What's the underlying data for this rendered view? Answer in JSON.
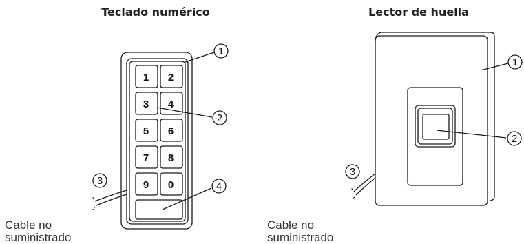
{
  "keypad": {
    "title": "Teclado numérico",
    "keys": [
      "1",
      "2",
      "3",
      "4",
      "5",
      "6",
      "7",
      "8",
      "9",
      "0"
    ],
    "callouts": [
      "1",
      "2",
      "3",
      "4"
    ],
    "cable_caption": [
      "Cable no",
      "suministrado"
    ]
  },
  "fingerprint": {
    "title": "Lector de huella",
    "callouts": [
      "1",
      "2",
      "3"
    ],
    "cable_caption": [
      "Cable no",
      "suministrado"
    ]
  }
}
